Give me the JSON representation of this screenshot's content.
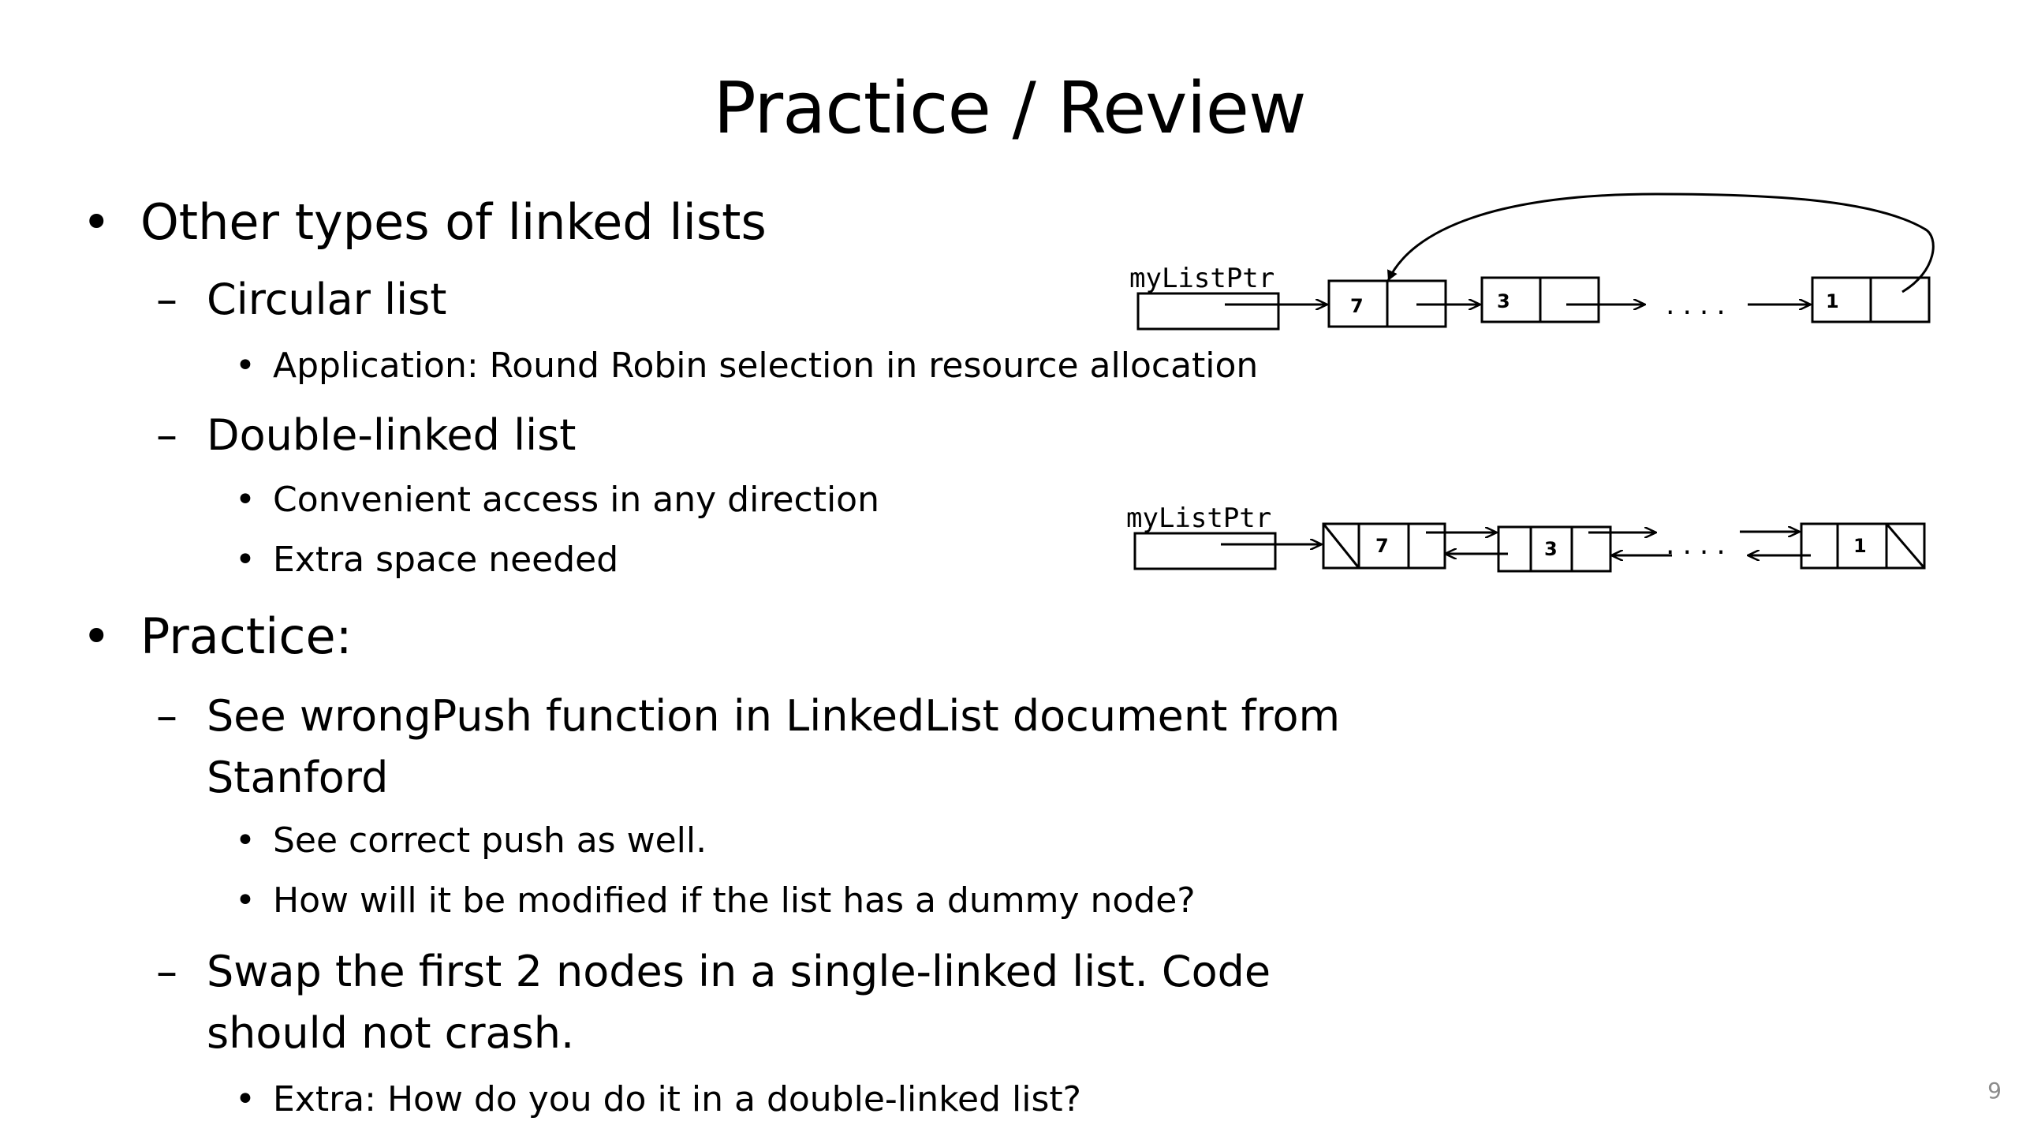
{
  "slide": {
    "title": "Practice / Review",
    "page_number": "9",
    "bullets": {
      "b1": "Other types of linked lists",
      "b1_1": "Circular list",
      "b1_1_1": "Application: Round Robin selection in resource allocation",
      "b1_2": "Double-linked list",
      "b1_2_1": "Convenient access in any direction",
      "b1_2_2": "Extra space needed",
      "b2": "Practice:",
      "b2_1_a": "See wrongPush function in LinkedList document from",
      "b2_1_b": "Stanford",
      "b2_1_1": "See correct push as well.",
      "b2_1_2": "How will it be modified if the list has a dummy node?",
      "b2_2_a": "Swap the first 2 nodes in a single-linked list.  Code",
      "b2_2_b": "should not crash.",
      "b2_2_1": "Extra: How do you do it in a  double-linked list?"
    },
    "markers": {
      "l1": "•",
      "l2": "–",
      "l3": "•"
    }
  },
  "circular_diagram": {
    "pointer_label": "myListPtr",
    "node_values": [
      "7",
      "3",
      "1"
    ],
    "ellipsis": "...."
  },
  "double_diagram": {
    "pointer_label": "myListPtr",
    "node_values": [
      "7",
      "3",
      "1"
    ],
    "ellipsis": "...."
  }
}
